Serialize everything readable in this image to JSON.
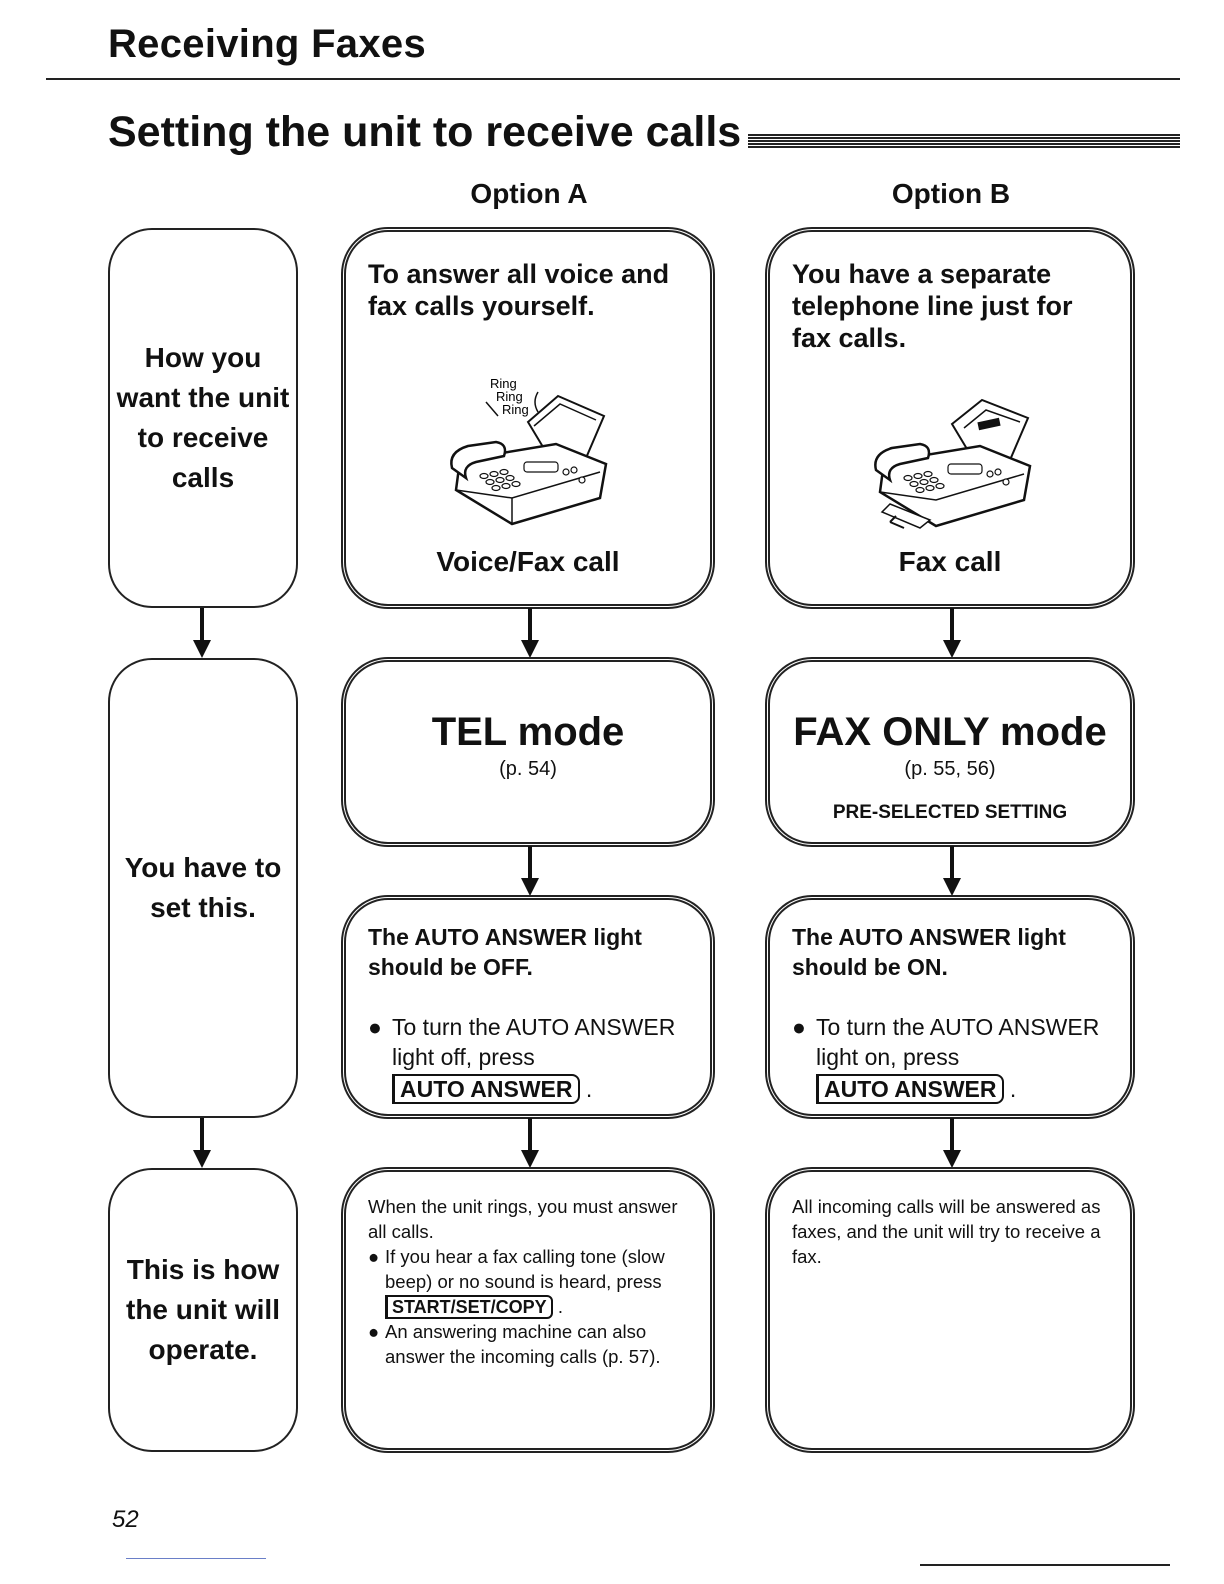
{
  "header": {
    "title": "Receiving Faxes"
  },
  "section": {
    "title": "Setting the unit to receive calls"
  },
  "columns": {
    "option_a": "Option A",
    "option_b": "Option B"
  },
  "rows": {
    "how": [
      "How you",
      "want the unit",
      "to receive",
      "calls"
    ],
    "set": [
      "You have to",
      "set this."
    ],
    "operate": [
      "This is how",
      "the unit will",
      "operate."
    ]
  },
  "option_a": {
    "description": "To answer all voice and fax calls yourself.",
    "ring_text": [
      "Ring",
      "Ring",
      "Ring"
    ],
    "figure_label": "Voice/Fax call",
    "mode_title": "TEL mode",
    "mode_page": "(p. 54)",
    "light_title": "The AUTO ANSWER light should be OFF.",
    "bullet_text_1": "To turn the AUTO ANSWER",
    "bullet_text_2": "light off, press",
    "key_label": "AUTO ANSWER",
    "period": ".",
    "operate_intro": "When the unit rings, you must answer all calls.",
    "operate_bullet1_a": "If you hear a fax calling tone (slow beep) or no sound is heard, press",
    "operate_key": "START/SET/COPY",
    "operate_bullet2": "An answering machine can also answer the incoming calls (p. 57)."
  },
  "option_b": {
    "description": "You have a separate telephone line just for fax calls.",
    "figure_label": "Fax call",
    "mode_title": "FAX ONLY mode",
    "mode_page": "(p. 55, 56)",
    "preselected": "PRE-SELECTED SETTING",
    "light_title": "The AUTO ANSWER light should be ON.",
    "bullet_text_1": "To turn the AUTO ANSWER",
    "bullet_text_2": "light on, press",
    "key_label": "AUTO ANSWER",
    "period": ".",
    "operate_text": "All incoming calls will be answered as faxes, and the unit will try to receive a fax."
  },
  "footer": {
    "page_number": "52"
  }
}
